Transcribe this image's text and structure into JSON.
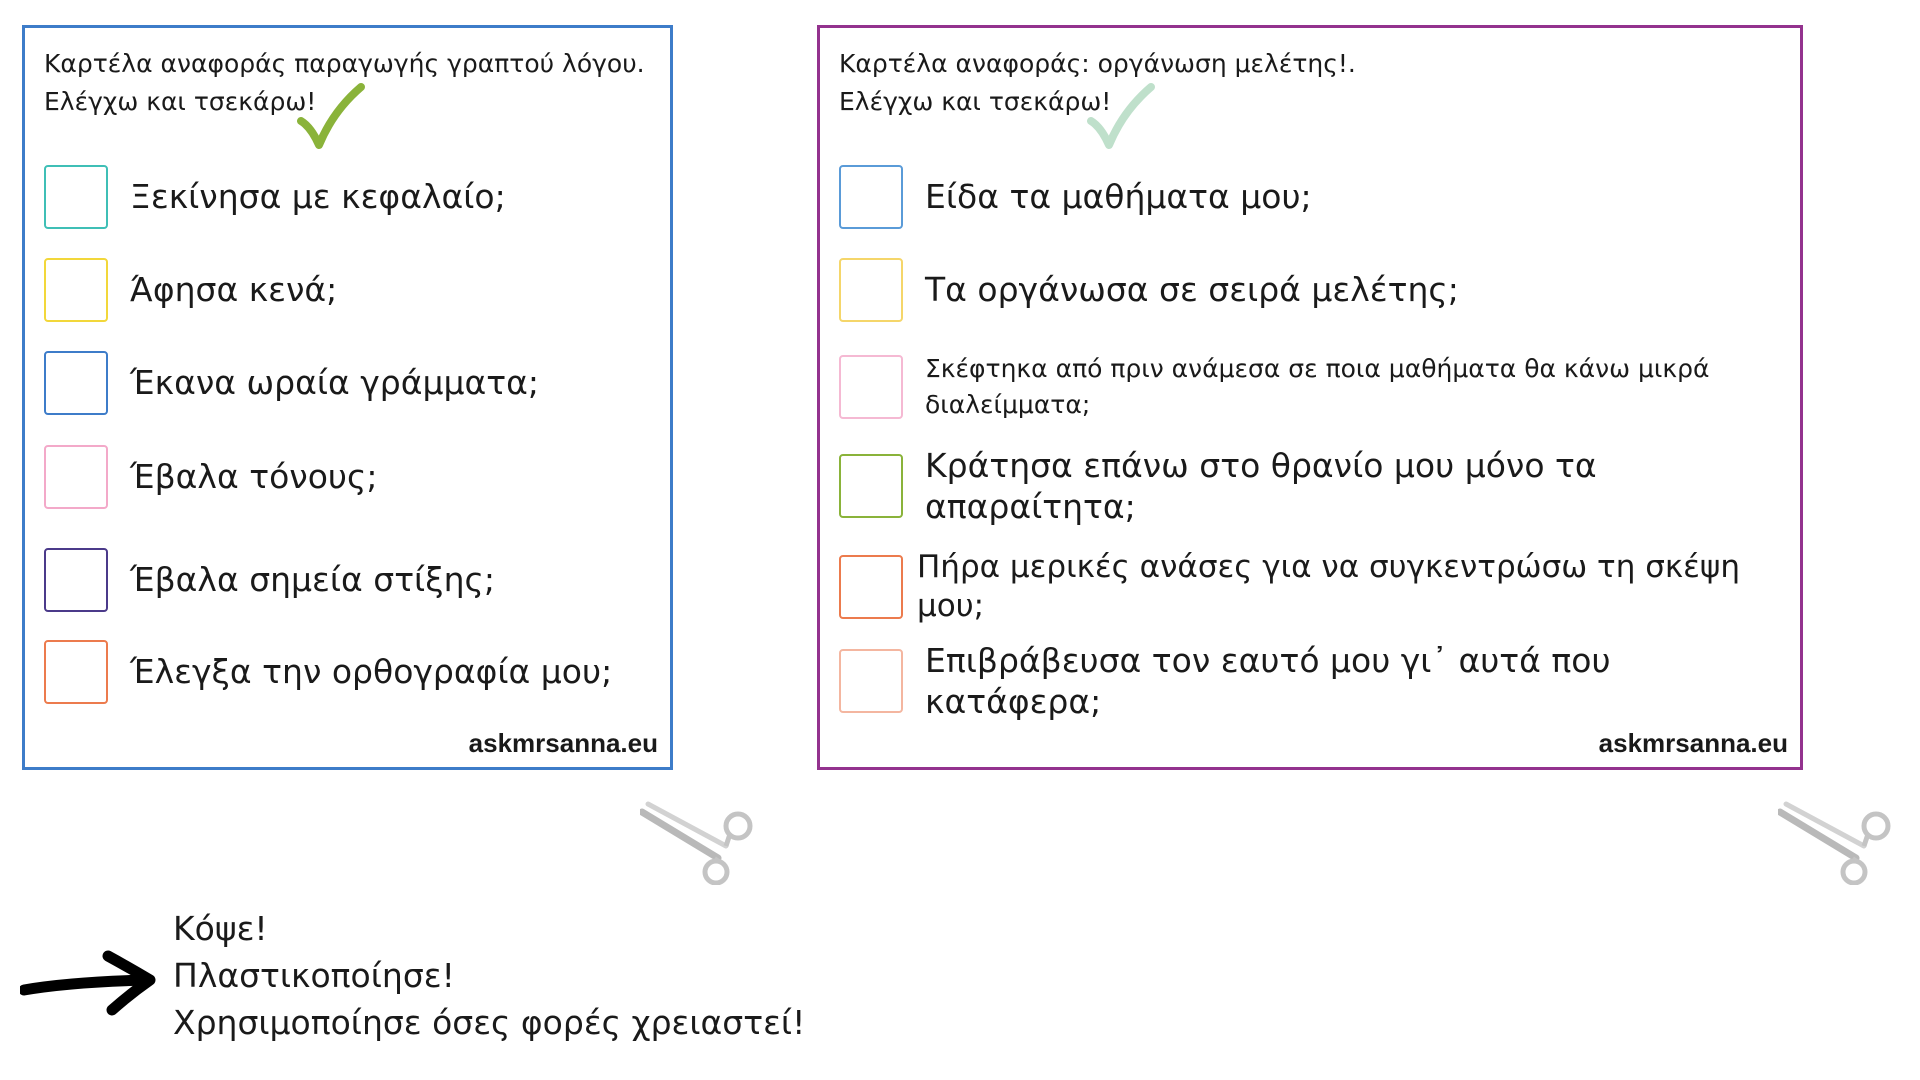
{
  "cards": [
    {
      "title": "Καρτέλα αναφοράς παραγωγής γραπτού λόγου.\nΕλέγχω και τσεκάρω!",
      "check_color": "#8ab33a",
      "site": "askmrsanna.eu",
      "items": [
        {
          "label": "Ξεκίνησα με κεφαλαίο;",
          "box_color": "#3fbfb6"
        },
        {
          "label": "Άφησα κενά;",
          "box_color": "#f2d73a"
        },
        {
          "label": "Έκανα ωραία γράμματα;",
          "box_color": "#3d7cc9"
        },
        {
          "label": "Έβαλα τόνους;",
          "box_color": "#f3a9c9"
        },
        {
          "label": "Έβαλα σημεία στίξης;",
          "box_color": "#4b3a8a"
        },
        {
          "label": "Έλεγξα την ορθογραφία μου;",
          "box_color": "#ec7b4d"
        }
      ]
    },
    {
      "title": "Καρτέλα αναφοράς: οργάνωση μελέτης!.\nΕλέγχω και τσεκάρω!",
      "check_color": "#bfe0cb",
      "site": "askmrsanna.eu",
      "items": [
        {
          "label": "Είδα τα μαθήματα μου;",
          "box_color": "#5a9bd8"
        },
        {
          "label": "Τα οργάνωσα σε σειρά μελέτης;",
          "box_color": "#f5d66a"
        },
        {
          "label": "Σκέφτηκα από πριν ανάμεσα σε ποια μαθήματα θα κάνω μικρά διαλείμματα;",
          "box_color": "#f5b9d3"
        },
        {
          "label": "Κράτησα επάνω στο θρανίο μου μόνο τα απαραίτητα;",
          "box_color": "#8ab33a"
        },
        {
          "label": "Πήρα μερικές ανάσες για να συγκεντρώσω τη σκέψη μου;",
          "box_color": "#ec7b4d"
        },
        {
          "label": "Επιβράβευσα τον εαυτό μου γι᾽ αυτά που κατάφερα;",
          "box_color": "#f4b6a0"
        }
      ]
    }
  ],
  "instructions": [
    "Κόψε!",
    "Πλαστικοποίησε!",
    "Χρησιμοποίησε όσες φορές χρειαστεί!"
  ],
  "icons": {
    "scissors": "scissors-icon",
    "arrow": "arrow-right-icon",
    "check": "checkmark-icon"
  }
}
